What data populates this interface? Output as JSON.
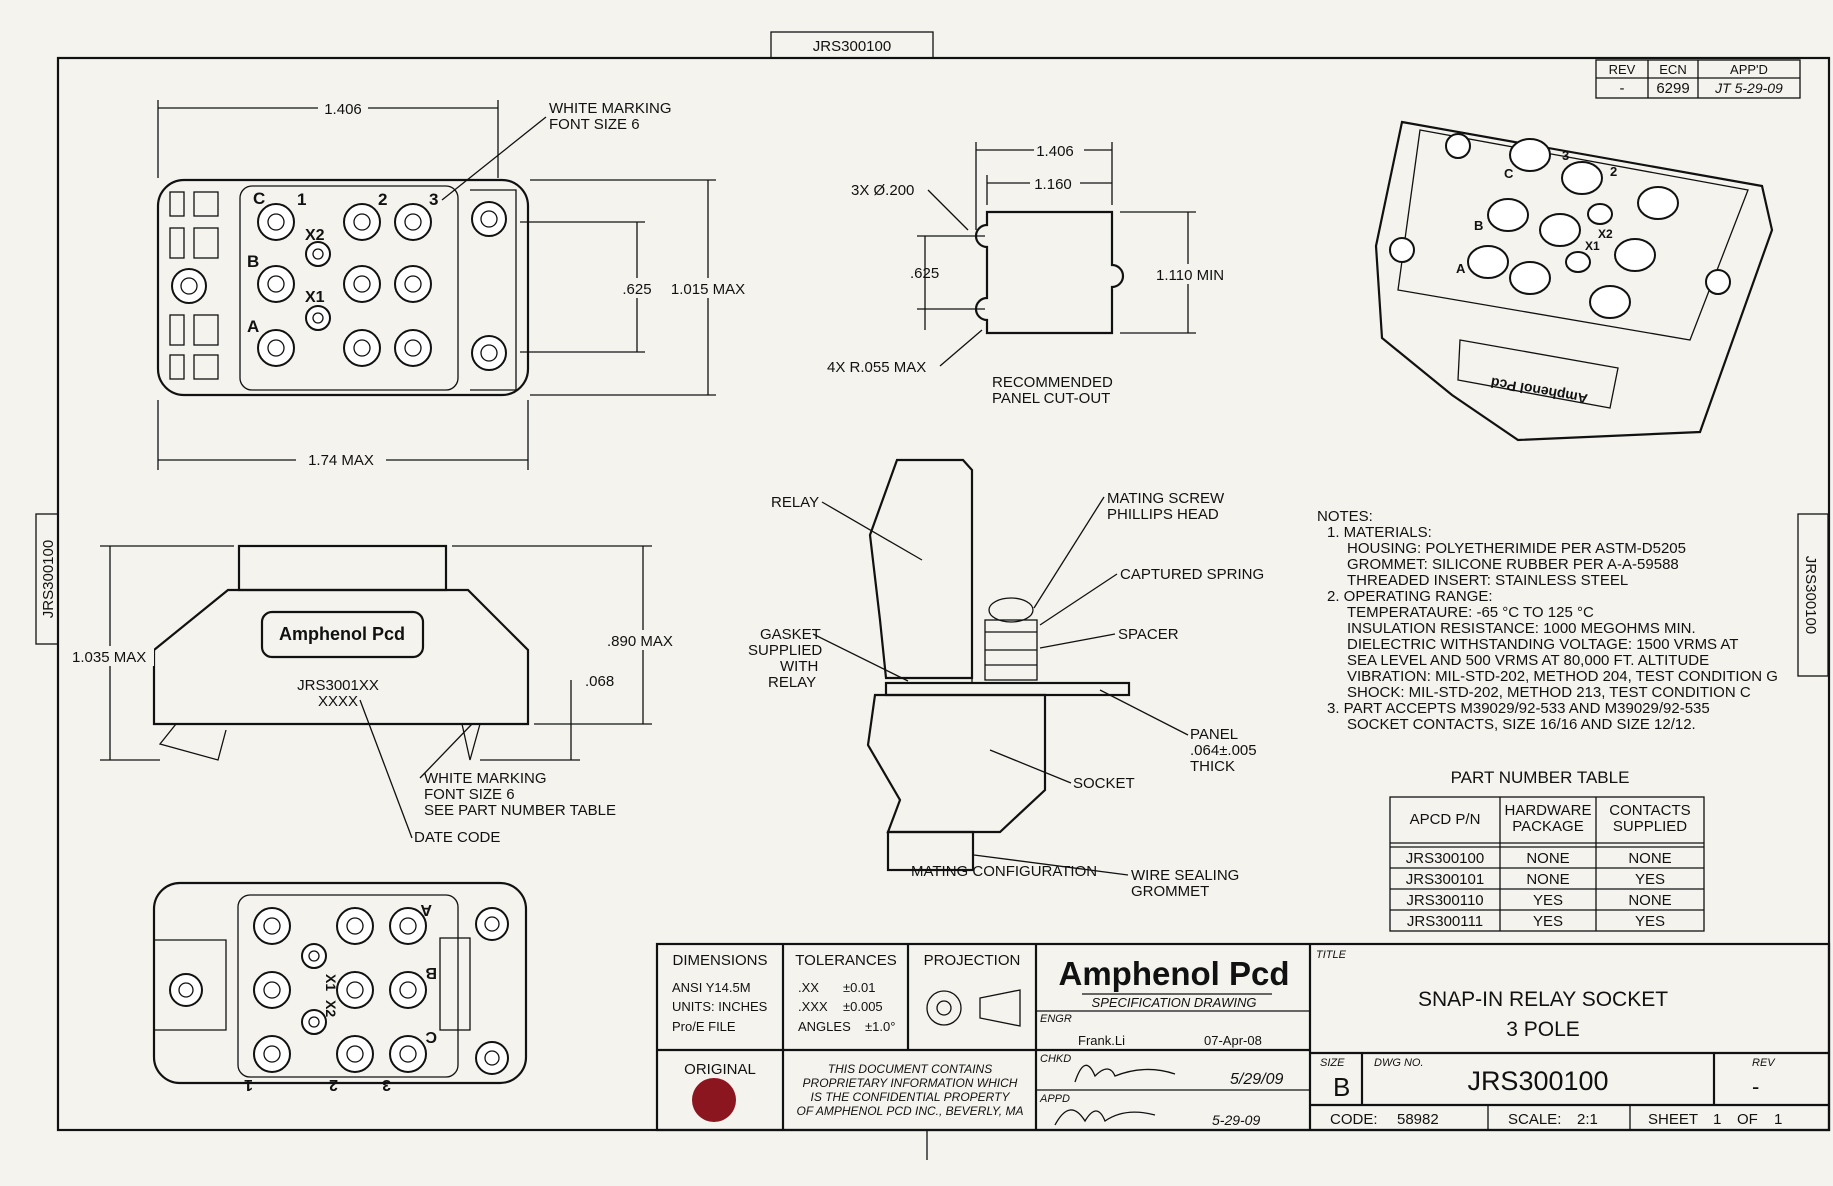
{
  "doc_id_top": "JRS300100",
  "doc_id_side_left": "JRS300100",
  "doc_id_side_right": "JRS300100",
  "rev_block": {
    "headers": [
      "REV",
      "ECN",
      "APP'D"
    ],
    "row": [
      "-",
      "6299",
      "JT 5-29-09"
    ]
  },
  "top_view": {
    "dim_width": "1.406",
    "dim_overall": "1.74  MAX",
    "dim_pitch": ".625",
    "dim_height": "1.015  MAX",
    "marking_note": [
      "WHITE  MARKING",
      "FONT  SIZE  6"
    ],
    "row_labels": [
      "C",
      "B",
      "A"
    ],
    "col_labels": [
      "1",
      "2",
      "3"
    ],
    "coil_labels": [
      "X2",
      "X1"
    ]
  },
  "cutout": {
    "dim_outer": "1.406",
    "dim_inner": "1.160",
    "holes": "3X  Ø.200",
    "pitch": ".625",
    "height": "1.110  MIN",
    "radius": "4X  R.055  MAX",
    "caption": [
      "RECOMMENDED",
      "PANEL  CUT-OUT"
    ]
  },
  "iso_view": {
    "labels": [
      "C",
      "B",
      "A",
      "3",
      "2",
      "X2",
      "X1"
    ],
    "brand": "Amphenol Pcd"
  },
  "side_view": {
    "brand": "Amphenol  Pcd",
    "part_text": [
      "JRS3001XX",
      "XXXX"
    ],
    "dim_height": "1.035  MAX",
    "dim_body": ".890  MAX",
    "dim_clip": ".068",
    "notes": [
      "WHITE  MARKING",
      "FONT  SIZE  6",
      "SEE  PART  NUMBER  TABLE"
    ],
    "date_code": "DATE  CODE"
  },
  "mating": {
    "caption": "MATING  CONFIGURATION",
    "relay": "RELAY",
    "screw": [
      "MATING  SCREW",
      "PHILLIPS  HEAD"
    ],
    "spring": "CAPTURED  SPRING",
    "spacer": "SPACER",
    "gasket": [
      "GASKET",
      "SUPPLIED",
      "WITH",
      "RELAY"
    ],
    "panel": [
      "PANEL",
      ".064±.005",
      "THICK"
    ],
    "socket": "SOCKET",
    "grommet": [
      "WIRE  SEALING",
      "GROMMET"
    ]
  },
  "bottom_view": {
    "row_labels": [
      "A",
      "B",
      "C"
    ],
    "col_labels": [
      "1",
      "2",
      "3"
    ],
    "coil_labels": [
      "X1",
      "X2"
    ]
  },
  "notes": {
    "heading": "NOTES:",
    "lines": [
      "1.  MATERIALS:",
      "HOUSING:  POLYETHERIMIDE  PER  ASTM-D5205",
      "GROMMET:  SILICONE  RUBBER  PER  A-A-59588",
      "THREADED  INSERT:  STAINLESS  STEEL",
      "2.  OPERATING  RANGE:",
      "TEMPERATAURE:  -65  °C  TO  125  °C",
      "INSULATION  RESISTANCE:  1000  MEGOHMS  MIN.",
      "DIELECTRIC  WITHSTANDING  VOLTAGE:  1500  VRMS  AT",
      "SEA  LEVEL  AND  500  VRMS  AT  80,000  FT.  ALTITUDE",
      "VIBRATION:  MIL-STD-202,  METHOD  204,  TEST  CONDITION  G",
      "SHOCK:  MIL-STD-202,  METHOD  213,  TEST  CONDITION  C",
      "3.  PART  ACCEPTS  M39029/92-533  AND  M39029/92-535",
      "SOCKET  CONTACTS,  SIZE  16/16  AND  SIZE  12/12."
    ]
  },
  "part_table": {
    "title": "PART  NUMBER  TABLE",
    "headers": [
      [
        "APCD  P/N"
      ],
      [
        "HARDWARE",
        "PACKAGE"
      ],
      [
        "CONTACTS",
        "SUPPLIED"
      ]
    ],
    "rows": [
      [
        "JRS300100",
        "NONE",
        "NONE"
      ],
      [
        "JRS300101",
        "NONE",
        "YES"
      ],
      [
        "JRS300110",
        "YES",
        "NONE"
      ],
      [
        "JRS300111",
        "YES",
        "YES"
      ]
    ]
  },
  "title_block": {
    "dimensions_h": "DIMENSIONS",
    "dimensions": [
      "ANSI  Y14.5M",
      "UNITS:  INCHES",
      "Pro/E  FILE"
    ],
    "tolerances_h": "TOLERANCES",
    "tol_keys": [
      ".XX",
      ".XXX",
      "ANGLES"
    ],
    "tol_vals": [
      "±0.01",
      "±0.005",
      "±1.0°"
    ],
    "projection_h": "PROJECTION",
    "company": "Amphenol Pcd",
    "spec": "SPECIFICATION  DRAWING",
    "engr_label": "ENGR",
    "engr_name": "Frank.Li",
    "engr_date": "07-Apr-08",
    "chkd_label": "CHKD",
    "chkd_date": "5/29/09",
    "appd_label": "APPD",
    "appd_date": "5-29-09",
    "title_label": "TITLE",
    "title": [
      "SNAP-IN  RELAY  SOCKET",
      "3  POLE"
    ],
    "original": "ORIGINAL",
    "proprietary": [
      "THIS  DOCUMENT  CONTAINS",
      "PROPRIETARY  INFORMATION  WHICH",
      "IS  THE  CONFIDENTIAL  PROPERTY",
      "OF  AMPHENOL  PCD  INC.,  BEVERLY,  MA"
    ],
    "size_label": "SIZE",
    "size": "B",
    "dwg_label": "DWG  NO.",
    "dwg_no": "JRS300100",
    "rev_label": "REV",
    "rev": "-",
    "code_label": "CODE:",
    "code": "58982",
    "scale_label": "SCALE:",
    "scale": "2:1",
    "sheet_label": "SHEET",
    "sheet": "1",
    "of_label": "OF",
    "of": "1"
  },
  "colors": {
    "ink": "#111111",
    "paper": "#f4f3ee",
    "stamp": "#8c1620"
  }
}
